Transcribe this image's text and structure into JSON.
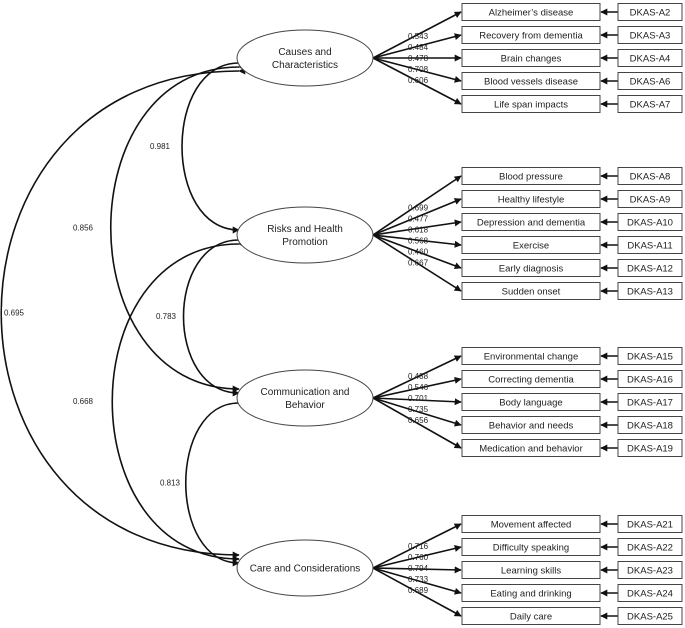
{
  "factors": [
    {
      "label": [
        "Causes and",
        "Characteristics"
      ],
      "items": [
        {
          "label": "Alzheimer’s disease",
          "code": "DKAS-A2",
          "loading": "0.543"
        },
        {
          "label": "Recovery from dementia",
          "code": "DKAS-A3",
          "loading": "0.484"
        },
        {
          "label": "Brain changes",
          "code": "DKAS-A4",
          "loading": "0.478"
        },
        {
          "label": "Blood vessels disease",
          "code": "DKAS-A6",
          "loading": "0.708"
        },
        {
          "label": "Life span impacts",
          "code": "DKAS-A7",
          "loading": "0.606"
        }
      ]
    },
    {
      "label": [
        "Risks and Health",
        "Promotion"
      ],
      "items": [
        {
          "label": "Blood pressure",
          "code": "DKAS-A8",
          "loading": "0.699"
        },
        {
          "label": "Healthy lifestyle",
          "code": "DKAS-A9",
          "loading": "0.477"
        },
        {
          "label": "Depression and dementia",
          "code": "DKAS-A10",
          "loading": "0.618"
        },
        {
          "label": "Exercise",
          "code": "DKAS-A11",
          "loading": "0.568"
        },
        {
          "label": "Early diagnosis",
          "code": "DKAS-A12",
          "loading": "0.460"
        },
        {
          "label": "Sudden onset",
          "code": "DKAS-A13",
          "loading": "0.667"
        }
      ]
    },
    {
      "label": [
        "Communication and",
        "Behavior"
      ],
      "items": [
        {
          "label": "Environmental change",
          "code": "DKAS-A15",
          "loading": "0.488"
        },
        {
          "label": "Correcting dementia",
          "code": "DKAS-A16",
          "loading": "0.546"
        },
        {
          "label": "Body language",
          "code": "DKAS-A17",
          "loading": "0.701"
        },
        {
          "label": "Behavior and needs",
          "code": "DKAS-A18",
          "loading": "0.735"
        },
        {
          "label": "Medication and behavior",
          "code": "DKAS-A19",
          "loading": "0.656"
        }
      ]
    },
    {
      "label": [
        "Care and Considerations"
      ],
      "items": [
        {
          "label": "Movement affected",
          "code": "DKAS-A21",
          "loading": "0.716"
        },
        {
          "label": "Difficulty speaking",
          "code": "DKAS-A22",
          "loading": "0.760"
        },
        {
          "label": "Learning skills",
          "code": "DKAS-A23",
          "loading": "0.794"
        },
        {
          "label": "Eating and drinking",
          "code": "DKAS-A24",
          "loading": "0.733"
        },
        {
          "label": "Daily care",
          "code": "DKAS-A25",
          "loading": "0.689"
        }
      ]
    }
  ],
  "correlations": [
    {
      "from": 0,
      "to": 1,
      "value": "0.981"
    },
    {
      "from": 1,
      "to": 2,
      "value": "0.783"
    },
    {
      "from": 2,
      "to": 3,
      "value": "0.813"
    },
    {
      "from": 0,
      "to": 2,
      "value": "0.856"
    },
    {
      "from": 1,
      "to": 3,
      "value": "0.668"
    },
    {
      "from": 0,
      "to": 3,
      "value": "0.695"
    }
  ]
}
